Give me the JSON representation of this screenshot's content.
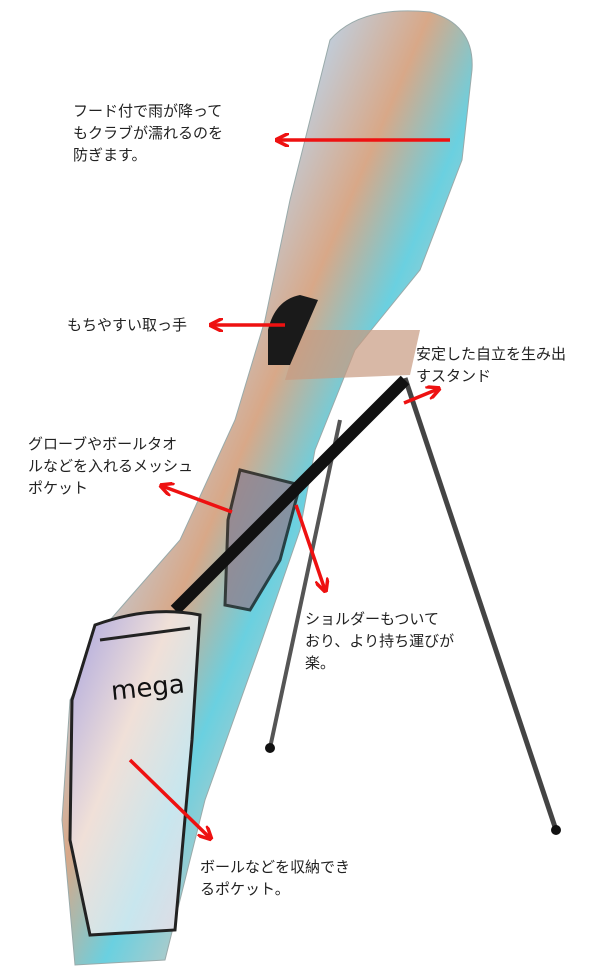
{
  "callouts": {
    "hood": [
      "フード付で雨が降って",
      "もクラブが濡れるのを",
      "防ぎます。"
    ],
    "handle": [
      "もちやすい取っ手"
    ],
    "mesh_pocket": [
      "グローブやボールタオ",
      "ルなどを入れるメッシュ",
      "ポケット"
    ],
    "stand": [
      "安定した自立を生み出",
      "すスタンド"
    ],
    "shoulder": [
      "ショルダーもついて",
      "おり、より持ち運びが",
      "楽。"
    ],
    "ball_pocket": [
      "ボールなどを収納でき",
      "るポケット。"
    ]
  },
  "logo": "MEGA",
  "colors": {
    "arrow": "#ee1111",
    "text": "#222222"
  }
}
